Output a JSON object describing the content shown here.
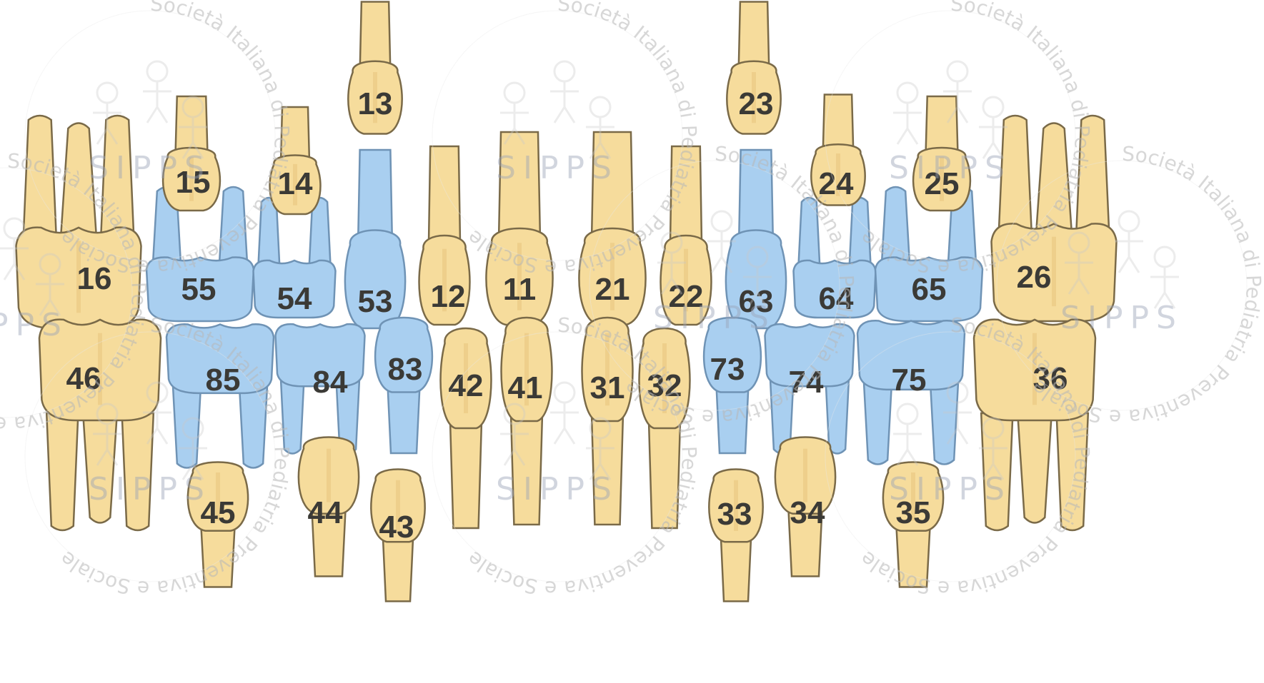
{
  "colors": {
    "permanent": "#f6dc9c",
    "permanent_shade": "#e9c780",
    "primary": "#a9cff0",
    "outline": "#7a6a48",
    "outline_primary": "#6f93b5"
  },
  "watermark": {
    "ring_text": "Società Italiana di Pediatria Preventiva e Sociale",
    "acronym": "SIPPS"
  },
  "teeth": {
    "upper_permanent": [
      {
        "label": "16",
        "kind": "molar",
        "type": "permanent"
      },
      {
        "label": "15",
        "kind": "premolar",
        "type": "permanent"
      },
      {
        "label": "14",
        "kind": "premolar",
        "type": "permanent"
      },
      {
        "label": "13",
        "kind": "canine",
        "type": "permanent"
      },
      {
        "label": "12",
        "kind": "incisor",
        "type": "permanent"
      },
      {
        "label": "11",
        "kind": "incisor",
        "type": "permanent"
      },
      {
        "label": "21",
        "kind": "incisor",
        "type": "permanent"
      },
      {
        "label": "22",
        "kind": "incisor",
        "type": "permanent"
      },
      {
        "label": "23",
        "kind": "canine",
        "type": "permanent"
      },
      {
        "label": "24",
        "kind": "premolar",
        "type": "permanent"
      },
      {
        "label": "25",
        "kind": "premolar",
        "type": "permanent"
      },
      {
        "label": "26",
        "kind": "molar",
        "type": "permanent"
      }
    ],
    "upper_primary": [
      {
        "label": "55",
        "kind": "molar",
        "type": "primary"
      },
      {
        "label": "54",
        "kind": "molar",
        "type": "primary"
      },
      {
        "label": "53",
        "kind": "canine",
        "type": "primary"
      },
      {
        "label": "63",
        "kind": "canine",
        "type": "primary"
      },
      {
        "label": "64",
        "kind": "molar",
        "type": "primary"
      },
      {
        "label": "65",
        "kind": "molar",
        "type": "primary"
      }
    ],
    "lower_primary": [
      {
        "label": "85",
        "kind": "molar",
        "type": "primary"
      },
      {
        "label": "84",
        "kind": "molar",
        "type": "primary"
      },
      {
        "label": "83",
        "kind": "canine",
        "type": "primary"
      },
      {
        "label": "73",
        "kind": "canine",
        "type": "primary"
      },
      {
        "label": "74",
        "kind": "molar",
        "type": "primary"
      },
      {
        "label": "75",
        "kind": "molar",
        "type": "primary"
      }
    ],
    "lower_permanent": [
      {
        "label": "46",
        "kind": "molar",
        "type": "permanent"
      },
      {
        "label": "45",
        "kind": "premolar",
        "type": "permanent"
      },
      {
        "label": "44",
        "kind": "premolar",
        "type": "permanent"
      },
      {
        "label": "43",
        "kind": "canine",
        "type": "permanent"
      },
      {
        "label": "42",
        "kind": "incisor",
        "type": "permanent"
      },
      {
        "label": "41",
        "kind": "incisor",
        "type": "permanent"
      },
      {
        "label": "31",
        "kind": "incisor",
        "type": "permanent"
      },
      {
        "label": "32",
        "kind": "incisor",
        "type": "permanent"
      },
      {
        "label": "33",
        "kind": "canine",
        "type": "permanent"
      },
      {
        "label": "34",
        "kind": "premolar",
        "type": "permanent"
      },
      {
        "label": "35",
        "kind": "premolar",
        "type": "permanent"
      },
      {
        "label": "36",
        "kind": "molar",
        "type": "permanent"
      }
    ]
  }
}
